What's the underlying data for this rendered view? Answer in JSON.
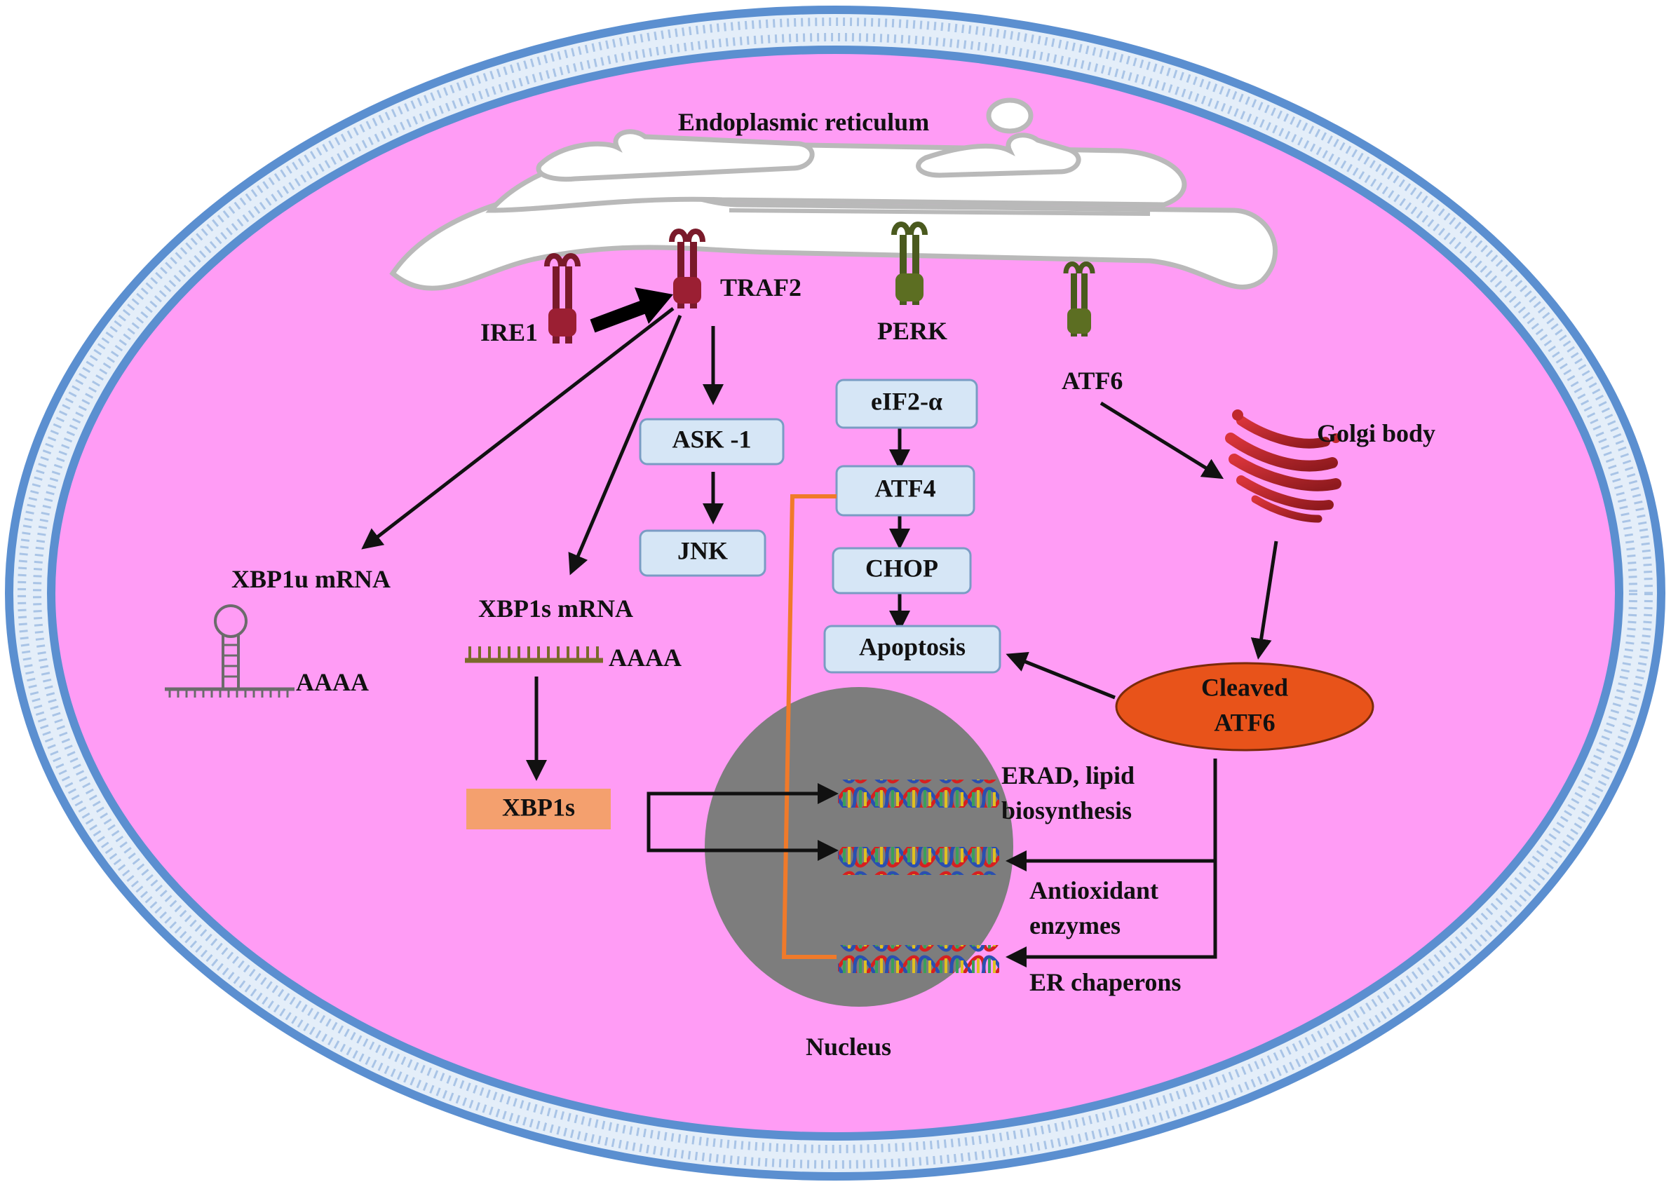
{
  "labels": {
    "er": "Endoplasmic reticulum",
    "ire1": "IRE1",
    "traf2": "TRAF2",
    "perk": "PERK",
    "atf6": "ATF6",
    "golgi": "Golgi body",
    "xbp1u_mrna": "XBP1u mRNA",
    "xbp1s_mrna": "XBP1s mRNA",
    "polya_u": "AAAA",
    "polya_s": "AAAA",
    "erad_1": "ERAD, lipid",
    "erad_2": "biosynthesis",
    "antiox_1": "Antioxidant",
    "antiox_2": "enzymes",
    "er_chaperons": "ER chaperons",
    "nucleus": "Nucleus"
  },
  "boxes": {
    "ask1": "ASK -1",
    "jnk": "JNK",
    "eif2a": "eIF2-α",
    "atf4": "ATF4",
    "chop": "CHOP",
    "apoptosis": "Apoptosis",
    "xbp1s": "XBP1s",
    "cleaved_atf6_1": "Cleaved",
    "cleaved_atf6_2": "ATF6"
  },
  "colors": {
    "cytoplasm": "#ff9cf5",
    "membrane_head": "#5b8fd0",
    "membrane_tail": "#cfe0f3",
    "er_membrane": "#b9b9b9",
    "nucleus": "#7d7d7d",
    "box_fill": "#d6e6f6",
    "box_stroke": "#7a9cc4",
    "xbp1s_fill": "#f4a06e",
    "cleaved_atf6_fill": "#e8531a",
    "orange_line": "#f07a2a",
    "golgi": "#c0282c",
    "receptor_red": "#7a1a2a",
    "receptor_olive": "#4a5a1e"
  }
}
